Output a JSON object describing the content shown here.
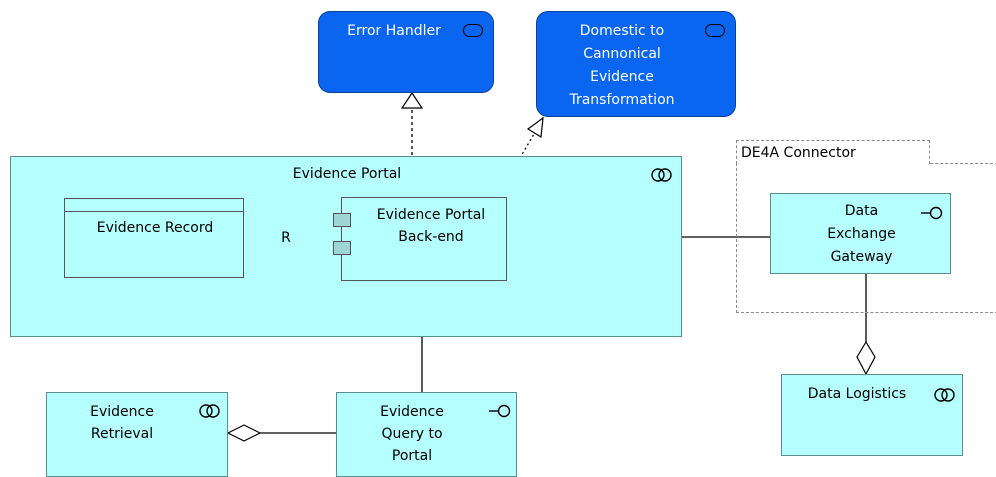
{
  "nodes": {
    "error_handler": "Error Handler",
    "domestic_transform": [
      "Domestic to",
      "Cannonical",
      "Evidence",
      "Transformation"
    ],
    "evidence_portal": "Evidence Portal",
    "evidence_record": "Evidence Record",
    "portal_backend": [
      "Evidence Portal",
      "Back-end"
    ],
    "de4a_connector": "DE4A Connector",
    "data_exchange_gateway": [
      "Data",
      "Exchange",
      "Gateway"
    ],
    "data_logistics": "Data Logistics",
    "evidence_retrieval": [
      "Evidence",
      "Retrieval"
    ],
    "evidence_query": [
      "Evidence",
      "Query to",
      "Portal"
    ]
  },
  "relations": {
    "record_to_backend": "R"
  },
  "colors": {
    "application_fill": "#b5fffe",
    "service_fill": "#0a66f0"
  }
}
